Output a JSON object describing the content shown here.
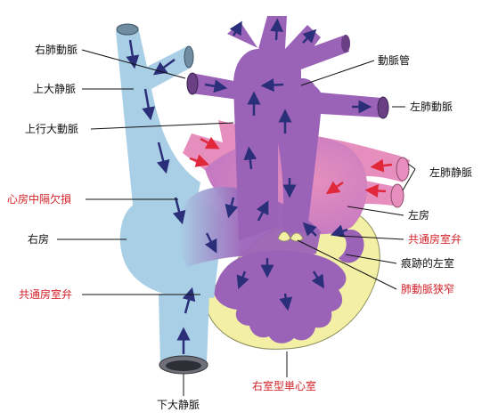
{
  "labels": {
    "right_pulmonary_artery": "右肺動脈",
    "superior_vena_cava": "上大静脈",
    "ascending_aorta": "上行大動脈",
    "atrial_septal_defect": "心房中隔欠損",
    "right_atrium": "右房",
    "common_av_valve_left": "共通房室弁",
    "inferior_vena_cava": "下大静脈",
    "ductus_arteriosus": "動脈管",
    "left_pulmonary_artery": "左肺動脈",
    "left_pulmonary_veins": "左肺静脈",
    "left_atrium": "左房",
    "common_av_valve_right": "共通房室弁",
    "vestigial_left_ventricle": "痕跡的左室",
    "pulmonary_stenosis": "肺動脈狭窄",
    "single_right_ventricle": "右室型単心室"
  },
  "colors": {
    "venous_blue": "#a9cfe6",
    "mixed_purple": "#9b63b8",
    "arterial_pink": "#e68fbe",
    "ventricle_wall_yellow": "#f3f0a6",
    "arrow_navy": "#2b2f7a",
    "arrow_red": "#e0283a",
    "highlight_label_red": "#d2232a"
  }
}
